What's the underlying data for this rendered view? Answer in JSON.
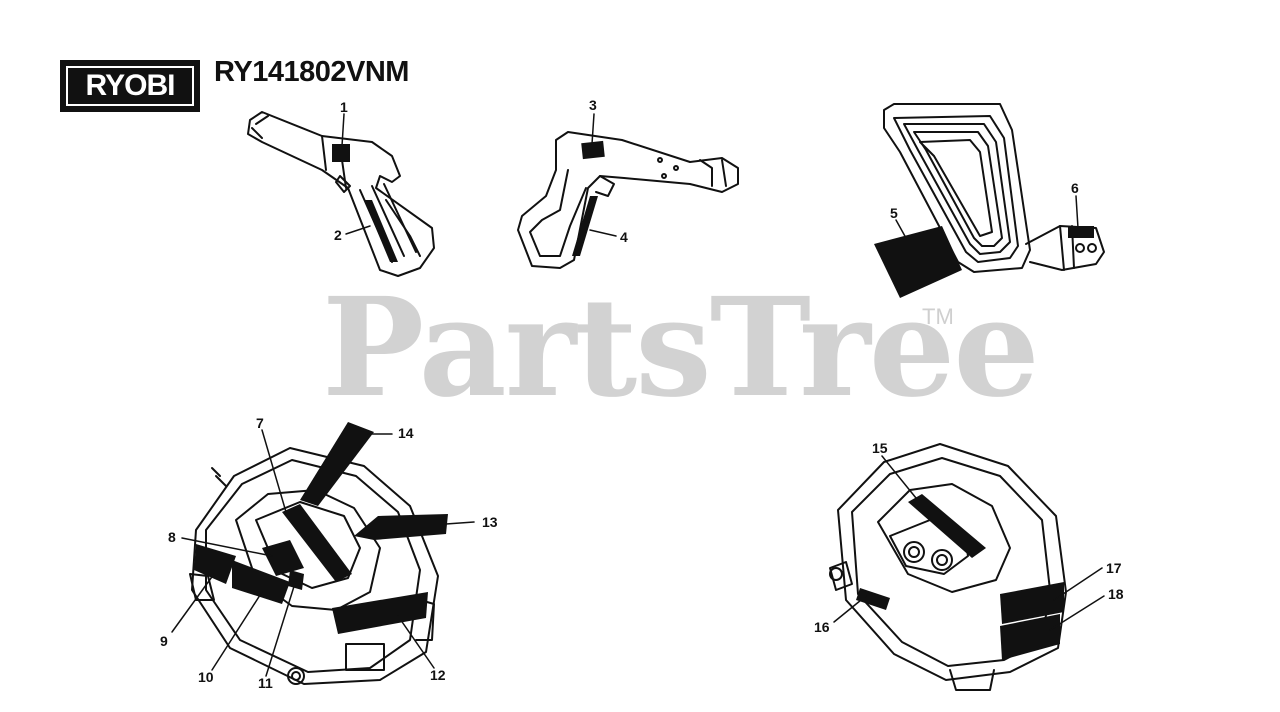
{
  "header": {
    "brand": "RYOBI",
    "model": "RY141802VNM"
  },
  "watermark": {
    "text": "PartsTree",
    "trademark": "TM"
  },
  "callouts": [
    "1",
    "2",
    "3",
    "4",
    "5",
    "6",
    "7",
    "8",
    "9",
    "10",
    "11",
    "12",
    "13",
    "14",
    "15",
    "16",
    "17",
    "18"
  ],
  "colors": {
    "line": "#111111",
    "watermark": "#d2d2d2",
    "background": "#ffffff"
  }
}
